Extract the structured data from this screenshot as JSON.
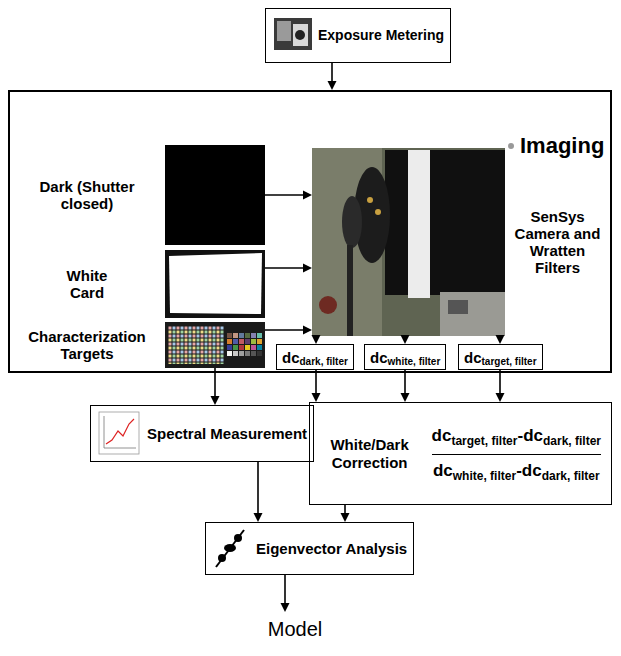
{
  "diagram": {
    "nodes": [
      {
        "text": [
          "Exposure Metering"
        ]
      },
      {
        "text": [
          "Imaging"
        ]
      },
      {
        "text": [
          "Dark (Shutter closed)"
        ],
        "in": 1
      },
      {
        "text": [
          "White Card"
        ],
        "in": 1
      },
      {
        "text": [
          "Characterization Targets"
        ],
        "in": 1
      },
      {
        "text": [
          "SenSys Camera and Wratten Filters"
        ],
        "in": 1
      },
      {
        "text": [
          "dc",
          "dark, filter"
        ],
        "in": 1
      },
      {
        "text": [
          "dc",
          "white, filter"
        ],
        "in": 1
      },
      {
        "text": [
          "dc",
          "target, filter"
        ],
        "in": 1
      },
      {
        "text": [
          "Spectral Measurement"
        ]
      },
      {
        "text": [
          "White/Dark Correction",
          "dc",
          "target, filter",
          "-dc",
          "dark, filter",
          "dc",
          "white, filter",
          "-dc",
          "dark, filter"
        ]
      },
      {
        "text": [
          "Eigenvector Analysis"
        ]
      },
      {
        "text": [
          "Model"
        ]
      }
    ],
    "edges": [
      {
        "from": 0,
        "to": 1,
        "arrow": "to"
      },
      {
        "from": 2,
        "to": 5,
        "arrow": "to"
      },
      {
        "from": 3,
        "to": 5,
        "arrow": "to"
      },
      {
        "from": 4,
        "to": 5,
        "arrow": "to"
      },
      {
        "from": 5,
        "to": 6,
        "arrow": "to"
      },
      {
        "from": 5,
        "to": 7,
        "arrow": "to"
      },
      {
        "from": 5,
        "to": 8,
        "arrow": "to"
      },
      {
        "from": 4,
        "to": 9,
        "arrow": "to"
      },
      {
        "from": 6,
        "to": 10,
        "arrow": "to"
      },
      {
        "from": 7,
        "to": 10,
        "arrow": "to"
      },
      {
        "from": 8,
        "to": 10,
        "arrow": "to"
      },
      {
        "from": 9,
        "to": 11,
        "arrow": "to"
      },
      {
        "from": 10,
        "to": 11,
        "arrow": "to"
      },
      {
        "from": 11,
        "to": 12,
        "arrow": "to"
      }
    ]
  }
}
